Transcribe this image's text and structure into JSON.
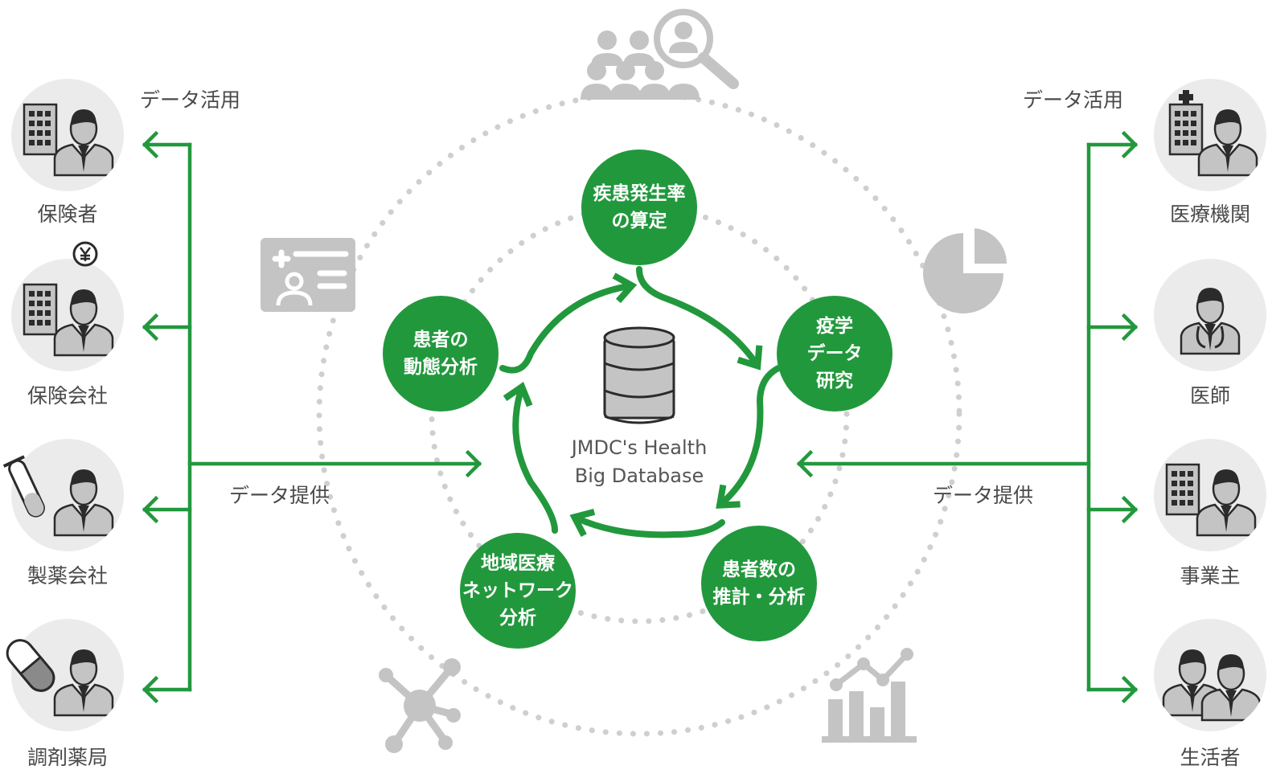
{
  "colors": {
    "green": "#22983d",
    "gray_icon": "#c4c4c4",
    "gray_dots": "#cfcfcf",
    "text": "#4a4a4a"
  },
  "flow_labels": {
    "use_left": "データ活用",
    "use_right": "データ活用",
    "provide_left": "データ提供",
    "provide_right": "データ提供"
  },
  "center": {
    "line1": "JMDC's Health",
    "line2": "Big Database"
  },
  "nodes": [
    {
      "lines": [
        "疾患発生率",
        "の算定"
      ]
    },
    {
      "lines": [
        "疫学",
        "データ",
        "研究"
      ]
    },
    {
      "lines": [
        "患者数の",
        "推計・分析"
      ]
    },
    {
      "lines": [
        "地域医療",
        "ネットワーク",
        "分析"
      ]
    },
    {
      "lines": [
        "患者の",
        "動態分析"
      ]
    }
  ],
  "stakeholders_left": [
    {
      "label": "保険者",
      "icon": "building-businessman-icon"
    },
    {
      "label": "保険会社",
      "icon": "building-businessman-yen-icon"
    },
    {
      "label": "製薬会社",
      "icon": "test-tube-businesswoman-icon"
    },
    {
      "label": "調剤薬局",
      "icon": "capsule-businesswoman-icon"
    }
  ],
  "stakeholders_right": [
    {
      "label": "医療機関",
      "icon": "hospital-doctor-icon"
    },
    {
      "label": "医師",
      "icon": "doctor-icon"
    },
    {
      "label": "事業主",
      "icon": "building-businessman-icon"
    },
    {
      "label": "生活者",
      "icon": "couple-icon"
    }
  ],
  "outer_icons": [
    "group-search-icon",
    "id-card-icon",
    "pie-chart-icon",
    "network-icon",
    "bar-line-chart-icon"
  ]
}
